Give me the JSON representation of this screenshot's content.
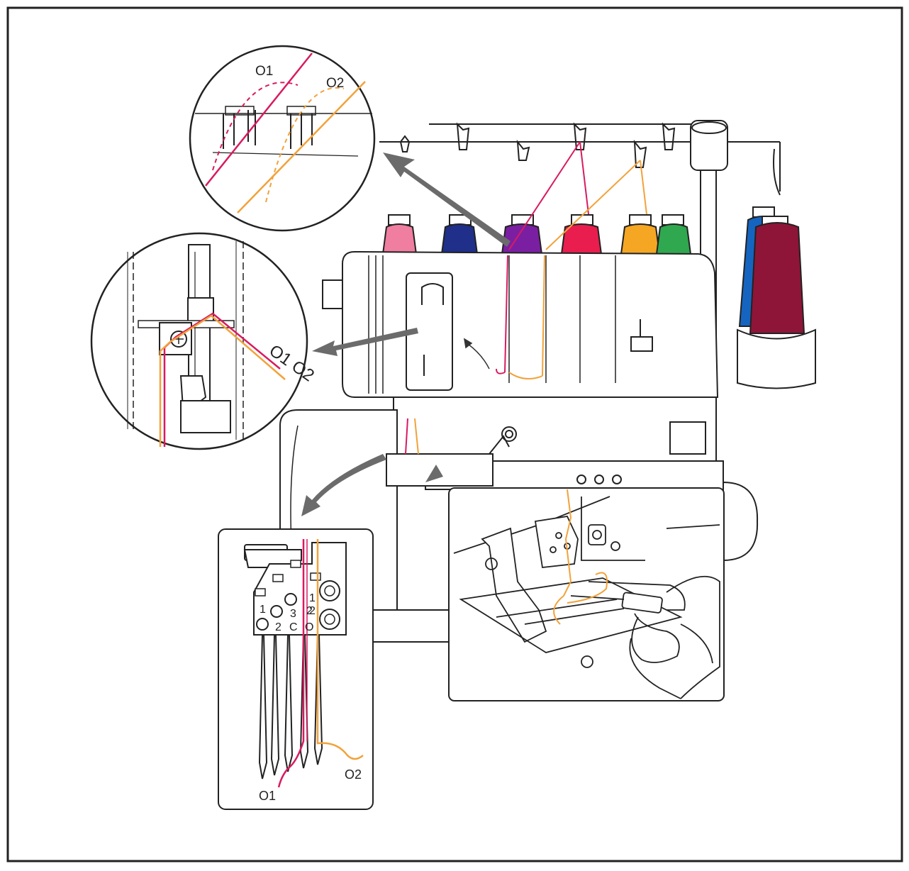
{
  "callouts": {
    "top_guide": {
      "label_o1": "O1",
      "label_o2": "O2"
    },
    "tension": {
      "label": "O1 O2"
    },
    "needle_bar": {
      "row1": [
        "1",
        "2"
      ],
      "row2": [
        "1",
        "3",
        "2"
      ],
      "row3": [
        "2",
        "C",
        "O"
      ],
      "thread_o1": "O1",
      "thread_o2": "O2"
    }
  },
  "colors": {
    "thread_o1": "#d81b60",
    "thread_o2": "#f2a23a",
    "spool_pink": "#f07ea0",
    "spool_navy": "#1f2f8a",
    "spool_purple": "#7b1fa2",
    "spool_red": "#e91e4e",
    "spool_orange": "#f5a623",
    "spool_green": "#2fa84f",
    "spool_blue": "#1565c0",
    "spool_maroon": "#8e1538",
    "line": "#222222",
    "arrow": "#6b6b6b"
  }
}
